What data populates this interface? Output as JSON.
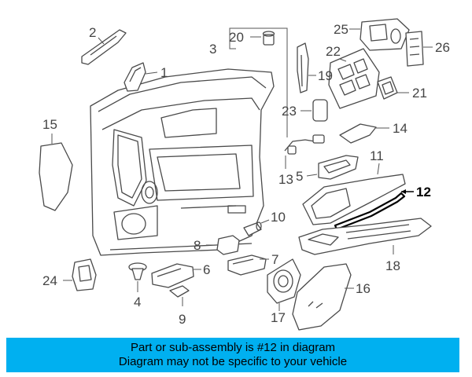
{
  "callouts": {
    "n1": "1",
    "n2": "2",
    "n3": "3",
    "n4": "4",
    "n5": "5",
    "n6": "6",
    "n7": "7",
    "n8": "8",
    "n9": "9",
    "n10": "10",
    "n11": "11",
    "n12": "12",
    "n13": "13",
    "n14": "14",
    "n15": "15",
    "n16": "16",
    "n17": "17",
    "n18": "18",
    "n19": "19",
    "n20": "20",
    "n21": "21",
    "n22": "22",
    "n23": "23",
    "n24": "24",
    "n25": "25",
    "n26": "26"
  },
  "highlighted_part": "12",
  "colors": {
    "banner": "#00b0f0",
    "highlight_part": "#000000",
    "line_art": "#4a4a4a"
  },
  "banner": {
    "line1": "Part or sub-assembly is #12 in diagram",
    "line2": "Diagram may not be specific to your vehicle"
  }
}
